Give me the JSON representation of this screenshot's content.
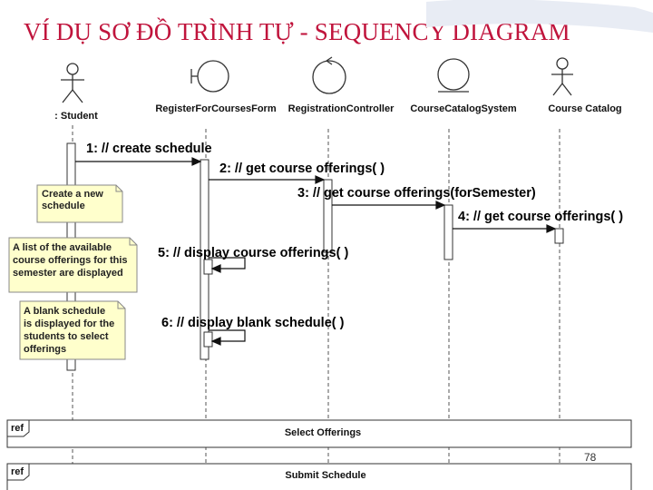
{
  "title": "VÍ DỤ SƠ ĐỒ TRÌNH TỰ - SEQUENCY DIAGRAM",
  "lifelines": [
    {
      "name": "student",
      "label": ": Student"
    },
    {
      "name": "register-form",
      "label": "RegisterForCoursesForm"
    },
    {
      "name": "registration-controller",
      "label": "RegistrationController"
    },
    {
      "name": "course-catalog-system",
      "label": "CourseCatalogSystem"
    },
    {
      "name": "course-catalog",
      "label": "Course Catalog"
    }
  ],
  "messages": [
    "1: // create schedule",
    "2: // get course offerings( )",
    "3: // get course offerings(forSemester)",
    "4: // get course offerings( )",
    "5: // display course offerings( )",
    "6: // display blank schedule( )"
  ],
  "notes": [
    [
      "Create a new",
      "schedule"
    ],
    [
      "A list of the available",
      "course offerings for this",
      "semester are displayed"
    ],
    [
      "A blank schedule",
      "is displayed for the",
      "students to select",
      "offerings"
    ]
  ],
  "refs": [
    {
      "tag": "ref",
      "label": "Select Offerings"
    },
    {
      "tag": "ref",
      "label": "Submit Schedule"
    }
  ],
  "page_number": "78"
}
